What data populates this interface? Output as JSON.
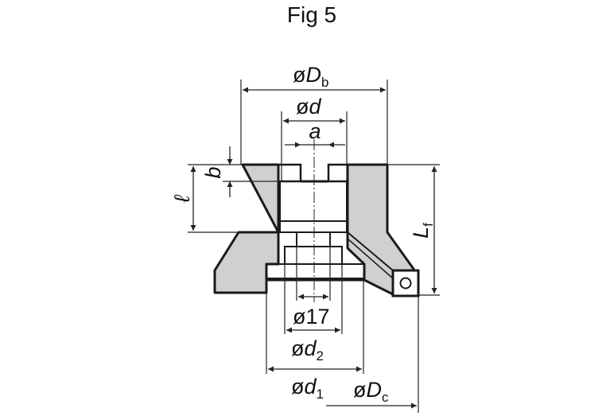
{
  "figure": {
    "title": "Fig 5",
    "dimensions": {
      "Db": {
        "prefix": "ø",
        "main": "D",
        "sub": "b"
      },
      "d": {
        "prefix": "ø",
        "main": "d",
        "sub": ""
      },
      "a": {
        "prefix": "",
        "main": "a",
        "sub": ""
      },
      "b": {
        "prefix": "",
        "main": "b",
        "sub": ""
      },
      "l": {
        "prefix": "",
        "main": "ℓ",
        "sub": ""
      },
      "Lf": {
        "prefix": "",
        "main": "L",
        "sub": "f"
      },
      "d17": {
        "prefix": "ø",
        "main": "17",
        "sub": ""
      },
      "d2": {
        "prefix": "ø",
        "main": "d",
        "sub": "2"
      },
      "d1": {
        "prefix": "ø",
        "main": "d",
        "sub": "1"
      },
      "Dc": {
        "prefix": "ø",
        "main": "D",
        "sub": "c"
      }
    },
    "colors": {
      "body_fill": "#d0d0d0",
      "outline": "#1a1a1a",
      "line": "#222222",
      "background": "#ffffff"
    }
  }
}
